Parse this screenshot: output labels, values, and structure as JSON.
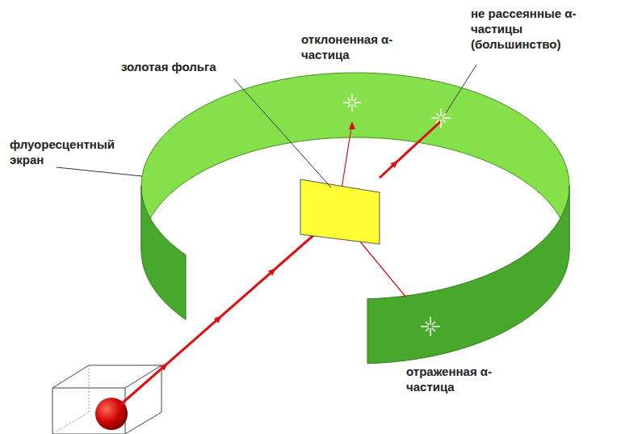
{
  "diagram": {
    "labels": [
      "флуоресцентный экран",
      "золотая фольга",
      "отклоненная α-частица",
      "не рассеянные α-частицы (большинство)",
      "отраженная α-частица"
    ]
  }
}
